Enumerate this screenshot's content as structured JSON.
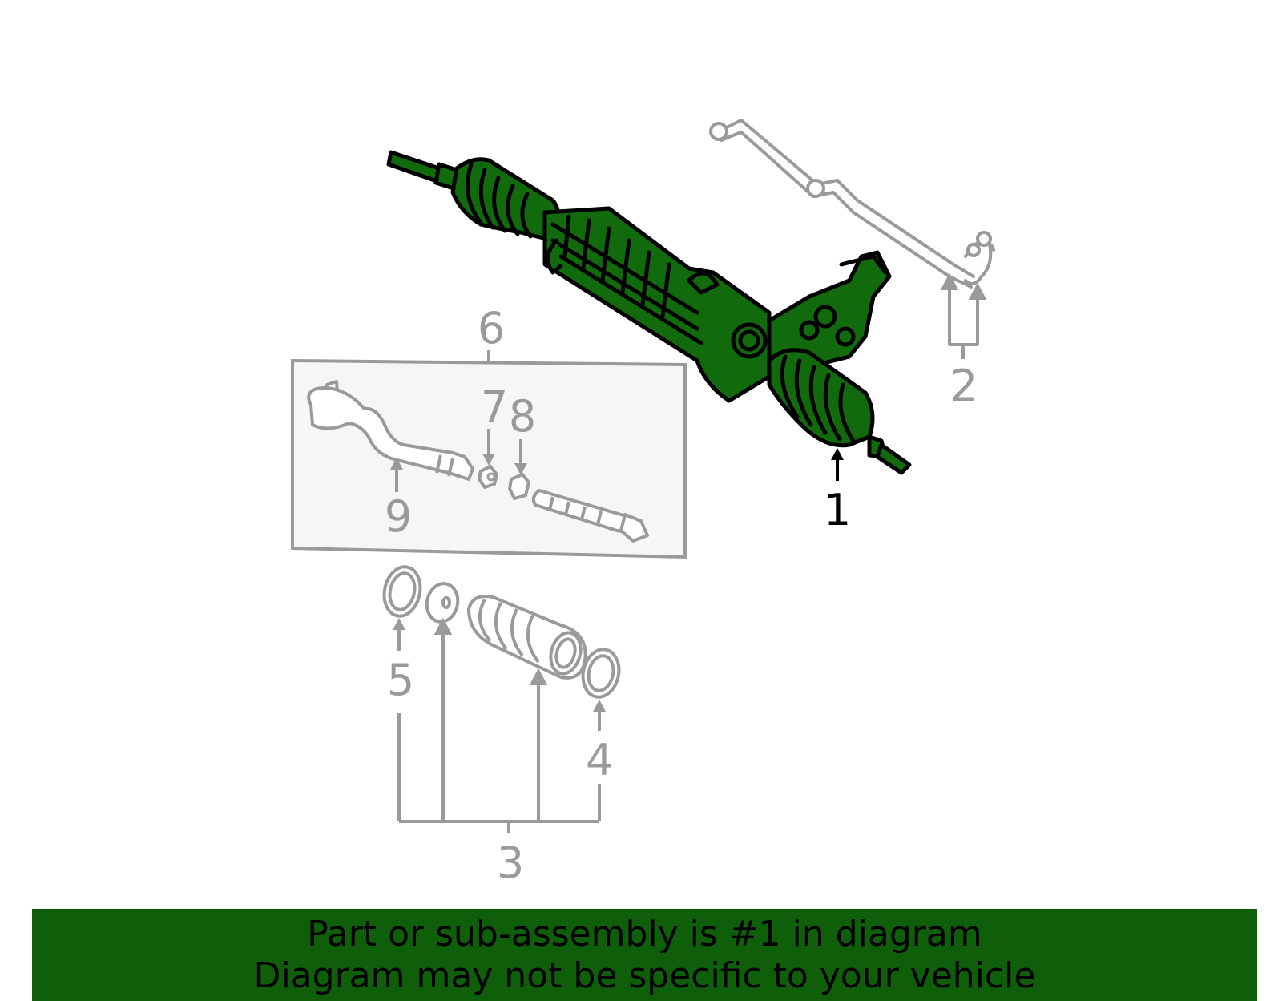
{
  "colors": {
    "highlight_fill": "#116a0b",
    "outline": "#000000",
    "ghost_line": "#9a9a9a",
    "ghost_fill": "#f6f6f6",
    "banner_bg": "#0f5e0a"
  },
  "callouts": {
    "c1": "1",
    "c2": "2",
    "c3": "3",
    "c4": "4",
    "c5": "5",
    "c6": "6",
    "c7": "7",
    "c8": "8",
    "c9": "9"
  },
  "banner": {
    "line1": "Part or sub-assembly is #1 in diagram",
    "line2": "Diagram may not be specific to your vehicle"
  }
}
